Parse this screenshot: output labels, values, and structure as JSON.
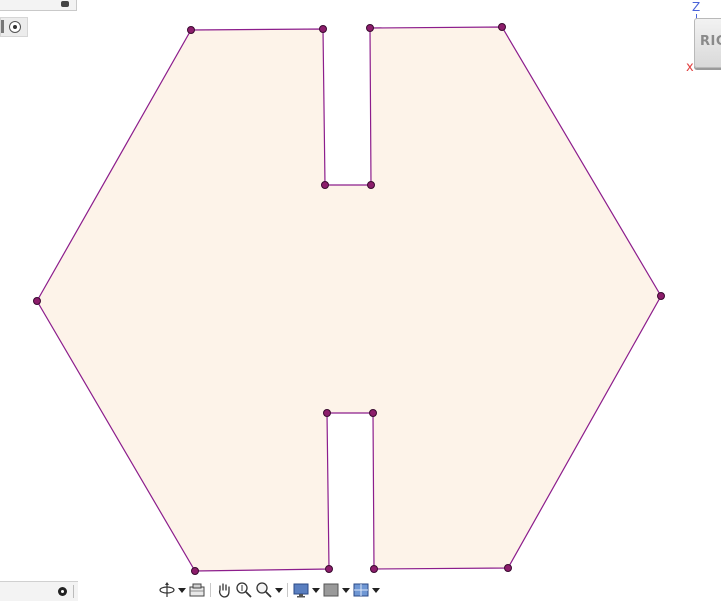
{
  "viewcube": {
    "face_label": "RIGHT",
    "axis_z": "Z",
    "axis_x": "x"
  },
  "sketch": {
    "profile_fill": "#fdf3e9",
    "line_color": "#8c1d8c",
    "point_color": "#8c1d6b"
  },
  "navbar": {
    "items": [
      {
        "name": "orbit",
        "icon": "orbit-icon",
        "has_menu": true
      },
      {
        "name": "look-at",
        "icon": "look-at-icon",
        "has_menu": false
      },
      {
        "name": "pan",
        "icon": "pan-icon",
        "has_menu": false
      },
      {
        "name": "zoom",
        "icon": "zoom-icon",
        "has_menu": false
      },
      {
        "name": "fit",
        "icon": "zoom-window-icon",
        "has_menu": true
      },
      {
        "name": "display-settings",
        "icon": "display-settings-icon",
        "has_menu": true
      },
      {
        "name": "grid-snaps",
        "icon": "grid-icon",
        "has_menu": true
      },
      {
        "name": "viewports",
        "icon": "viewports-icon",
        "has_menu": true
      }
    ]
  }
}
